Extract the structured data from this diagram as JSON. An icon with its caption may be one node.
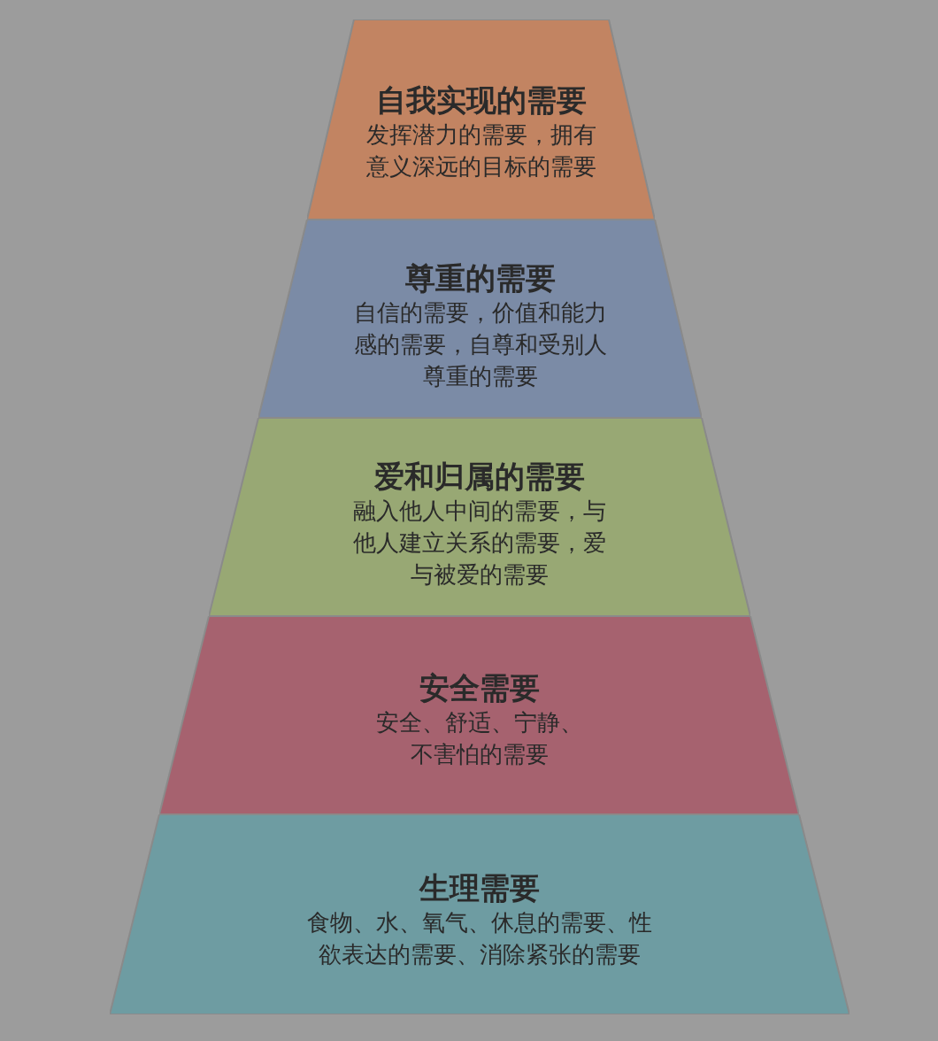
{
  "diagram": {
    "nodes": [
      {
        "text": [
          "自我实现的需要",
          "发挥潜力的需要，拥有意义深远的目标的需要"
        ]
      },
      {
        "text": [
          "尊重的需要",
          "自信的需要，价值和能力感的需要，自尊和受别人尊重的需要"
        ]
      },
      {
        "text": [
          "爱和归属的需要",
          "融入他人中间的需要，与他人建立关系的需要，爱与被爱的需要"
        ]
      },
      {
        "text": [
          "安全需要",
          "安全、舒适、宁静、不害怕的需要"
        ]
      },
      {
        "text": [
          "生理需要",
          "食物、水、氧气、休息的需要、性欲表达的需要、消除紧张的需要"
        ]
      }
    ],
    "edges": []
  }
}
